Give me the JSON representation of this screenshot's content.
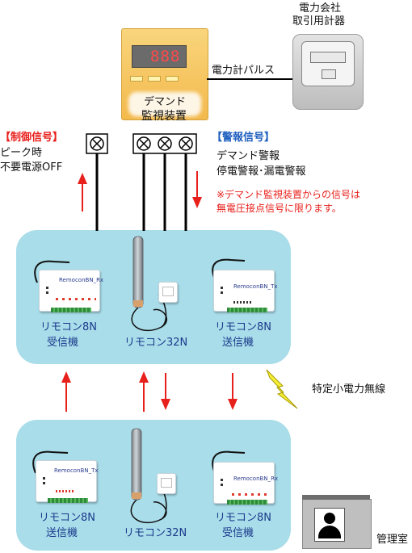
{
  "meter": {
    "title_line1": "電力会社",
    "title_line2": "取引用計器"
  },
  "monitor": {
    "display": "888",
    "label_line1": "デマンド",
    "label_line2": "監視装置"
  },
  "pulse_label": "電力計パルス",
  "control": {
    "heading": "【制御信号】",
    "line1": "ピーク時",
    "line2": "不要電源OFF"
  },
  "alarm": {
    "heading": "【警報信号】",
    "line1": "デマンド警報",
    "line2": "停電警報･漏電警報"
  },
  "note": {
    "line1": "※デマンド監視装置からの信号は",
    "line2": "無電圧接点信号に限ります。"
  },
  "wireless_label": "特定小電力無線",
  "top_devices": {
    "receiver_brand": "RemoconBN_Rx",
    "receiver_line1": "リモコン8N",
    "receiver_line2": "受信機",
    "antenna_label": "リモコン32N",
    "sender_brand": "RemoconBN_Tx",
    "sender_line1": "リモコン8N",
    "sender_line2": "送信機"
  },
  "bottom_devices": {
    "sender_brand": "RemoconBN_Tx",
    "sender_line1": "リモコン8N",
    "sender_line2": "送信機",
    "antenna_label": "リモコン32N",
    "receiver_brand": "RemoconBN_Rx",
    "receiver_line1": "リモコン8N",
    "receiver_line2": "受信機"
  },
  "room_label": "管理室",
  "colors": {
    "panel": "#a9dde9",
    "arrow": "#e8201c",
    "accent_blue": "#1f5fbf",
    "monitor": "#f7c65b"
  },
  "icons": [
    "terminal-x-icon",
    "lightning-icon",
    "person-icon",
    "arrow-up-icon",
    "arrow-down-icon"
  ]
}
